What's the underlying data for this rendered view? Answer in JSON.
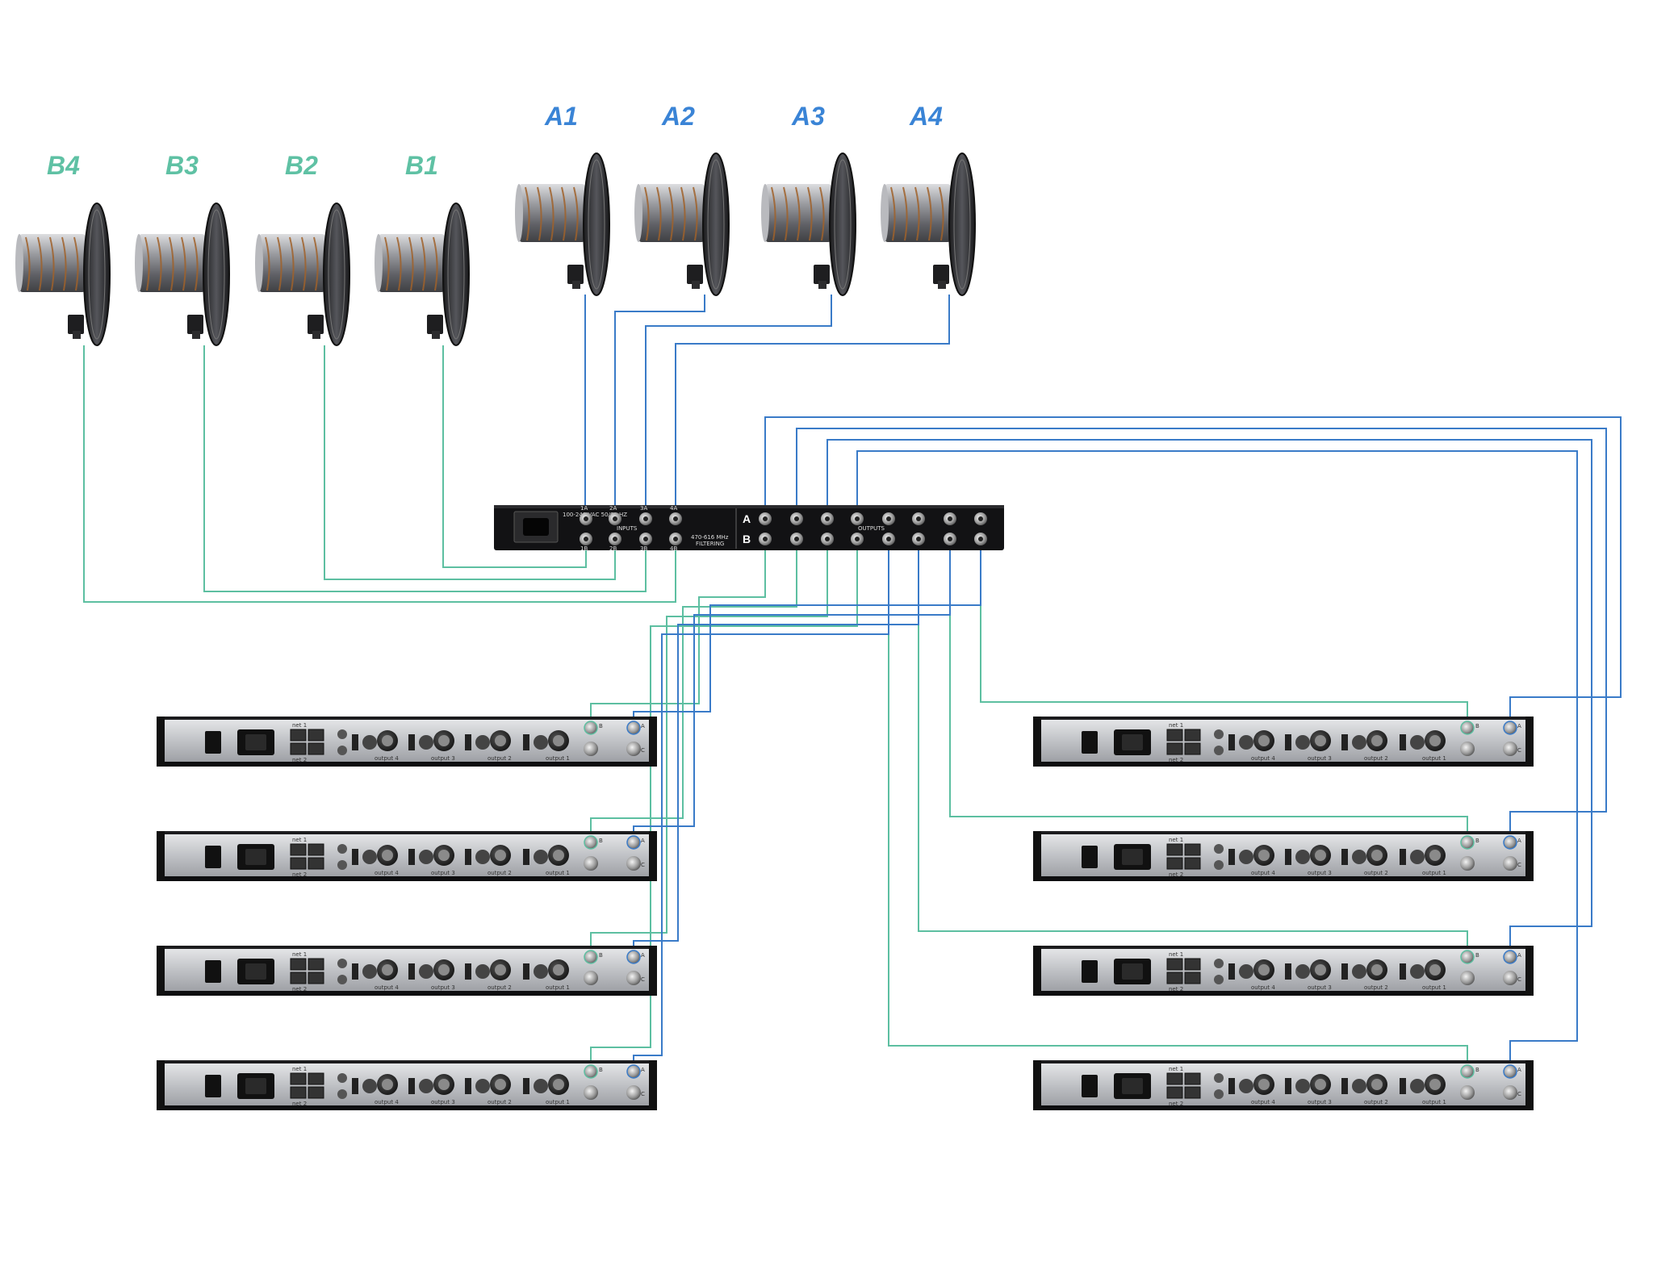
{
  "colors": {
    "a_line": "#3a7bc8",
    "b_line": "#5dbfa1",
    "a_label": "#3a84d6",
    "b_label": "#5fc1a4"
  },
  "antennas_a": [
    {
      "label": "A1"
    },
    {
      "label": "A2"
    },
    {
      "label": "A3"
    },
    {
      "label": "A4"
    }
  ],
  "antennas_b": [
    {
      "label": "B4"
    },
    {
      "label": "B3"
    },
    {
      "label": "B2"
    },
    {
      "label": "B1"
    }
  ],
  "distributor": {
    "inputs_label": "INPUTS",
    "outputs_label": "OUTPUTS",
    "filter_label": "470-616 MHz",
    "filter_sub": "FILTERING",
    "power_label": "100-240 VAC 50/60 HZ",
    "row_a": "A",
    "row_b": "B",
    "inputs_a": [
      "1A",
      "2A",
      "3A",
      "4A"
    ],
    "inputs_b": [
      "1B",
      "2B",
      "3B",
      "4B"
    ]
  },
  "receiver": {
    "outputs": [
      "output 4",
      "output 3",
      "output 2",
      "output 1"
    ],
    "net": [
      "net 1",
      "net 2"
    ],
    "port_b": "B",
    "port_a": "A",
    "port_c": "C"
  }
}
